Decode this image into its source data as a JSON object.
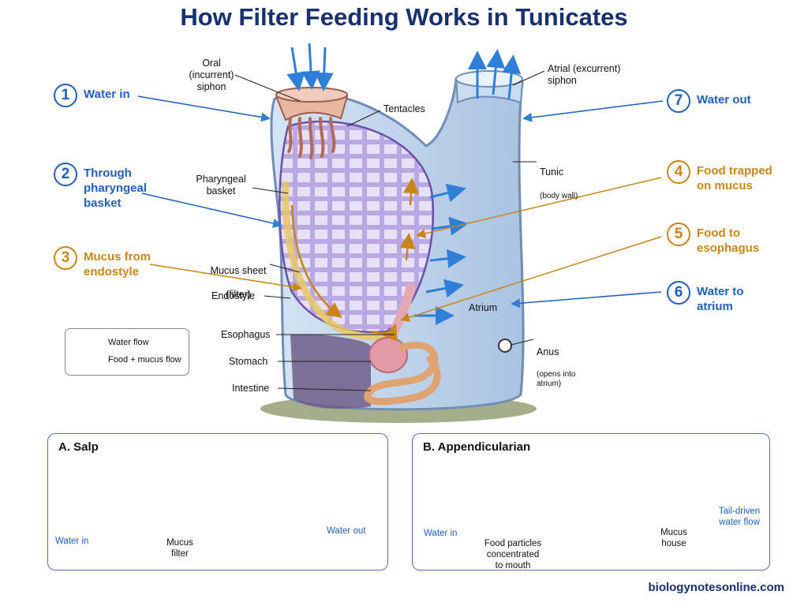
{
  "title": "How Filter Feeding Works in Tunicates",
  "steps": [
    {
      "num": "1",
      "text": "Water in"
    },
    {
      "num": "2",
      "text": "Through\npharyngeal\nbasket"
    },
    {
      "num": "3",
      "text": "Mucus from\nendostyle"
    },
    {
      "num": "4",
      "text": "Food trapped\non mucus"
    },
    {
      "num": "5",
      "text": "Food to\nesophagus"
    },
    {
      "num": "6",
      "text": "Water to\natrium"
    },
    {
      "num": "7",
      "text": "Water out"
    }
  ],
  "labels": {
    "oral_siphon": "Oral\n(incurrent)\nsiphon",
    "atrial_siphon": "Atrial (excurrent)\nsiphon",
    "tentacles": "Tentacles",
    "tunic": "Tunic",
    "tunic_sub": "(body wall)",
    "pharyngeal_basket": "Pharyngeal\nbasket",
    "mucus_sheet": "Mucus sheet",
    "mucus_sheet_sub": "(filter)",
    "endostyle": "Endostyle",
    "atrium": "Atrium",
    "esophagus": "Esophagus",
    "stomach": "Stomach",
    "intestine": "Intestine",
    "anus": "Anus",
    "anus_sub": "(opens into\natrium)"
  },
  "legend": {
    "water_flow": "Water flow",
    "food_flow": "Food + mucus flow"
  },
  "panel_a": {
    "title": "A. Salp",
    "water_in": "Water in",
    "water_out": "Water out",
    "mucus_filter": "Mucus\nfilter"
  },
  "panel_b": {
    "title": "B. Appendicularian",
    "water_in": "Water in",
    "food_particles": "Food particles\nconcentrated\nto mouth",
    "mucus_house": "Mucus\nhouse",
    "tail_flow": "Tail-driven\nwater flow"
  },
  "website": "biologynotesonline.com",
  "colors": {
    "title": "#17306e",
    "water": "#2f7fd8",
    "food": "#c9851a",
    "basket": "#8a6fc4",
    "tunic": "#c6d9ef"
  }
}
